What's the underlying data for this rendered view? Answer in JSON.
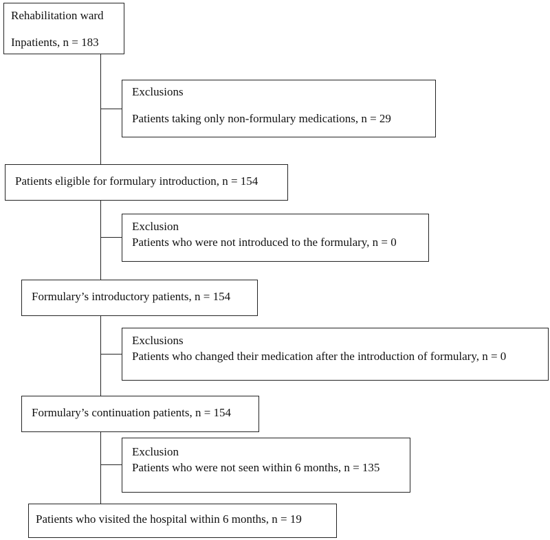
{
  "diagram": {
    "boxes": {
      "rehab": {
        "title": "Rehabilitation ward",
        "line": "Inpatients, n = 183"
      },
      "exclusion1": {
        "title": "Exclusions",
        "line": "Patients taking only non-formulary medications, n = 29"
      },
      "eligible": {
        "line": "Patients eligible for formulary introduction, n = 154"
      },
      "exclusion2": {
        "title": "Exclusion",
        "line": "Patients who were not introduced to the formulary, n = 0"
      },
      "introductory": {
        "line": "Formulary’s introductory patients, n = 154"
      },
      "exclusion3": {
        "title": "Exclusions",
        "line": "Patients who changed their medication after the introduction of formulary, n = 0"
      },
      "continuation": {
        "line": "Formulary’s continuation patients, n = 154"
      },
      "exclusion4": {
        "title": "Exclusion",
        "line": "Patients who were not seen within 6 months, n = 135"
      },
      "visited": {
        "line": "Patients who visited the hospital within 6 months, n = 19"
      }
    },
    "colors": {
      "stroke": "#222222",
      "text": "#111111",
      "background": "#ffffff"
    }
  }
}
